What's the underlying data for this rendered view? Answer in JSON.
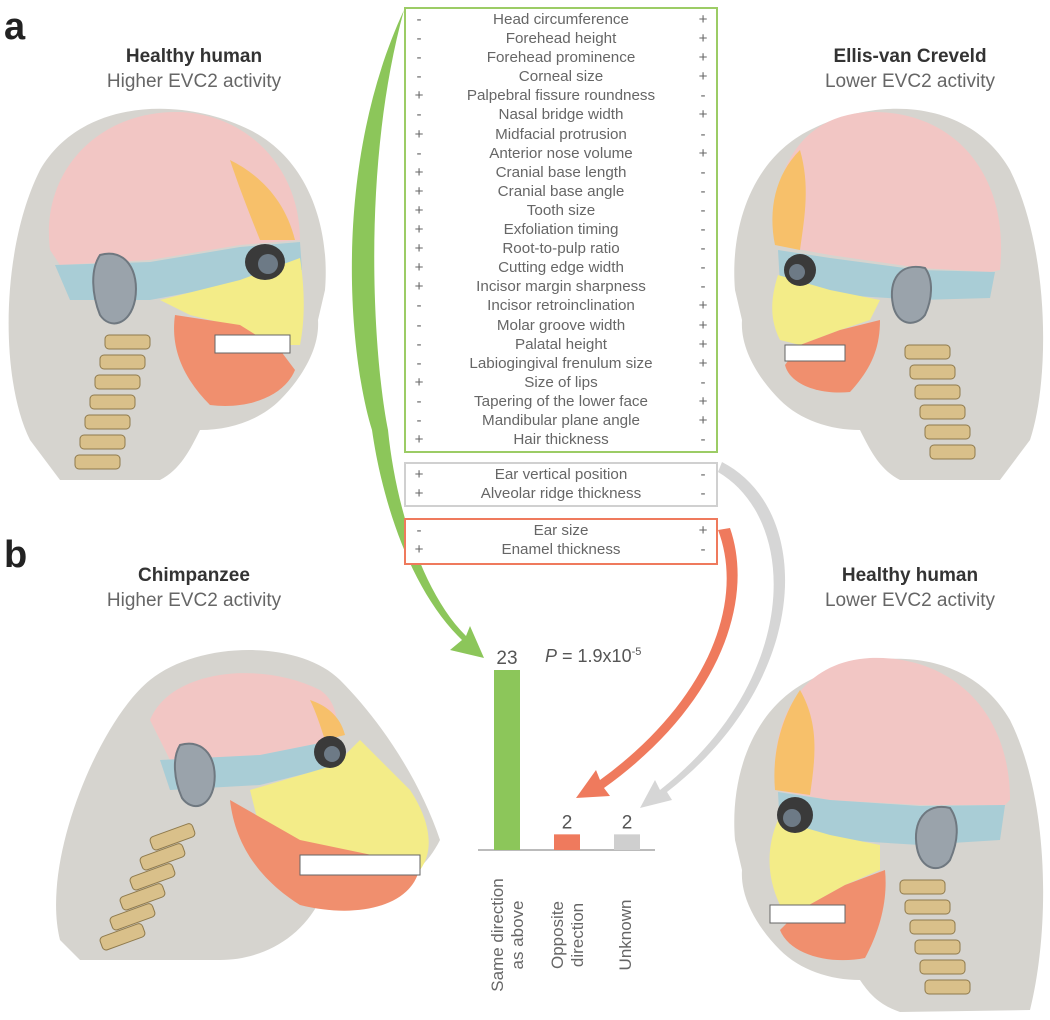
{
  "panels": [
    {
      "letter": "a",
      "left": {
        "title": "Healthy human",
        "subtitle": "Higher EVC2 activity"
      },
      "right": {
        "title": "Ellis-van Creveld",
        "subtitle": "Lower EVC2 activity"
      }
    },
    {
      "letter": "b",
      "left": {
        "title": "Chimpanzee",
        "subtitle": "Higher EVC2 activity"
      },
      "right": {
        "title": "Healthy human",
        "subtitle": "Lower EVC2 activity"
      }
    }
  ],
  "traits_same": [
    {
      "left": "-",
      "name": "Head circumference",
      "right": "+"
    },
    {
      "left": "-",
      "name": "Forehead height",
      "right": "+"
    },
    {
      "left": "-",
      "name": "Forehead prominence",
      "right": "+"
    },
    {
      "left": "-",
      "name": "Corneal size",
      "right": "+"
    },
    {
      "left": "+",
      "name": "Palpebral fissure roundness",
      "right": "-"
    },
    {
      "left": "-",
      "name": "Nasal bridge width",
      "right": "+"
    },
    {
      "left": "+",
      "name": "Midfacial protrusion",
      "right": "-"
    },
    {
      "left": "-",
      "name": "Anterior nose volume",
      "right": "+"
    },
    {
      "left": "+",
      "name": "Cranial base length",
      "right": "-"
    },
    {
      "left": "+",
      "name": "Cranial base angle",
      "right": "-"
    },
    {
      "left": "+",
      "name": "Tooth size",
      "right": "-"
    },
    {
      "left": "+",
      "name": "Exfoliation timing",
      "right": "-"
    },
    {
      "left": "+",
      "name": "Root-to-pulp ratio",
      "right": "-"
    },
    {
      "left": "+",
      "name": "Cutting edge width",
      "right": "-"
    },
    {
      "left": "+",
      "name": "Incisor margin sharpness",
      "right": "-"
    },
    {
      "left": "-",
      "name": "Incisor retroinclination",
      "right": "+"
    },
    {
      "left": "-",
      "name": "Molar groove width",
      "right": "+"
    },
    {
      "left": "-",
      "name": "Palatal height",
      "right": "+"
    },
    {
      "left": "-",
      "name": "Labiogingival frenulum size",
      "right": "+"
    },
    {
      "left": "+",
      "name": "Size of lips",
      "right": "-"
    },
    {
      "left": "-",
      "name": "Tapering of the lower face",
      "right": "+"
    },
    {
      "left": "-",
      "name": "Mandibular plane angle",
      "right": "+"
    },
    {
      "left": "+",
      "name": "Hair thickness",
      "right": "-"
    }
  ],
  "traits_unknown": [
    {
      "left": "+",
      "name": "Ear vertical position",
      "right": "-"
    },
    {
      "left": "+",
      "name": "Alveolar ridge thickness",
      "right": "-"
    }
  ],
  "traits_opposite": [
    {
      "left": "-",
      "name": "Ear size",
      "right": "+"
    },
    {
      "left": "+",
      "name": "Enamel thickness",
      "right": "-"
    }
  ],
  "pvalue": {
    "symbol": "P",
    "eq": " = 1.9x10",
    "exp": "-5"
  },
  "chart_data": {
    "type": "bar",
    "categories": [
      "Same direction as above",
      "Opposite direction",
      "Unknown"
    ],
    "category_lines": [
      [
        "Same direction",
        "as above"
      ],
      [
        "Opposite",
        "direction"
      ],
      [
        "Unknown"
      ]
    ],
    "values": [
      23,
      2,
      2
    ],
    "colors": [
      "#8cc65a",
      "#ef7a5d",
      "#cfcfcf"
    ]
  },
  "colors": {
    "green": "#9ccc65",
    "red": "#ef7a5d",
    "grey": "#d0d0d0"
  }
}
